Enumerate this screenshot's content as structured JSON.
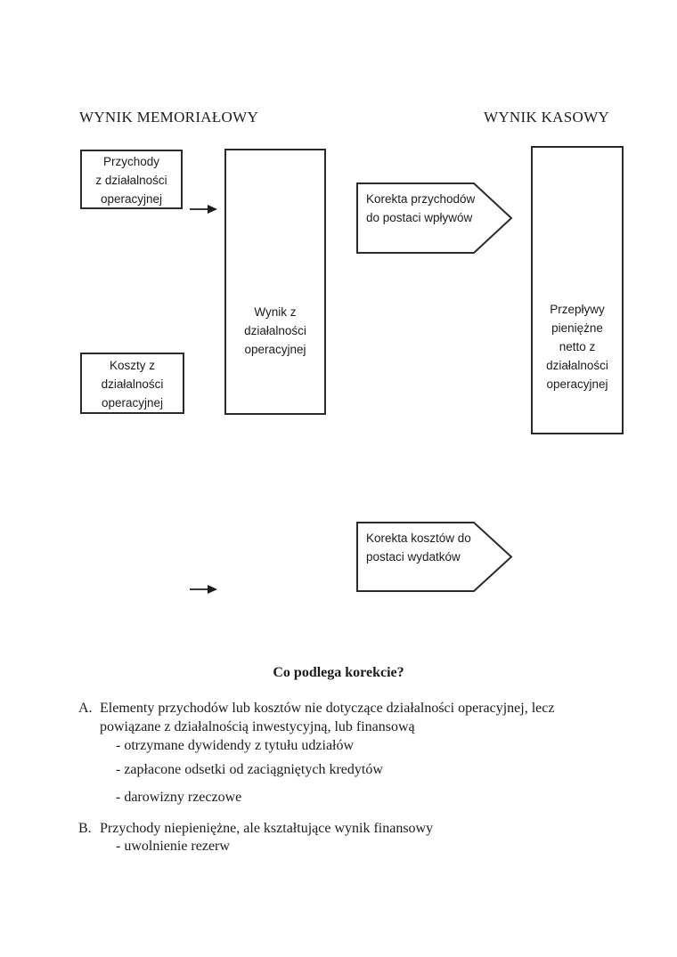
{
  "headers": {
    "left": "WYNIK MEMORIAŁOWY",
    "right": "WYNIK KASOWY"
  },
  "diagram": {
    "box_przychody": {
      "lines": [
        "Przychody",
        "z działalności",
        "operacyjnej"
      ]
    },
    "box_koszty": {
      "lines": [
        "Koszty z",
        "działalności",
        "operacyjnej"
      ]
    },
    "box_wynik": {
      "lines": [
        "Wynik z",
        "działalności",
        "operacyjnej"
      ]
    },
    "box_przeplywy": {
      "lines": [
        "Przepływy",
        "pieniężne",
        "netto z",
        "działalności",
        "operacyjnej"
      ]
    },
    "pentagon_przychody": {
      "lines": [
        "Korekta przychodów",
        "do postaci wpływów"
      ]
    },
    "pentagon_koszty": {
      "lines": [
        "Korekta kosztów do",
        "postaci wydatków"
      ]
    },
    "arrow_icon": "right-arrow"
  },
  "section": {
    "title": "Co podlega korekcie?",
    "items": [
      {
        "label": "A.",
        "lines": [
          "Elementy przychodów lub kosztów nie dotyczące działalności operacyjnej, lecz",
          "powiązane z działalnością inwestycyjną, lub finansową"
        ],
        "sub_items": [
          "- otrzymane dywidendy z tytułu udziałów",
          "- zapłacone odsetki od zaciągniętych kredytów",
          "- darowizny rzeczowe"
        ]
      },
      {
        "label": "B.",
        "lines": [
          "Przychody niepieniężne, ale kształtujące wynik finansowy"
        ],
        "sub_items": [
          "- uwolnienie rezerw"
        ]
      }
    ]
  },
  "colors": {
    "ink": "#1c1c1c",
    "border": "#2b2b2b",
    "background": "#ffffff"
  }
}
